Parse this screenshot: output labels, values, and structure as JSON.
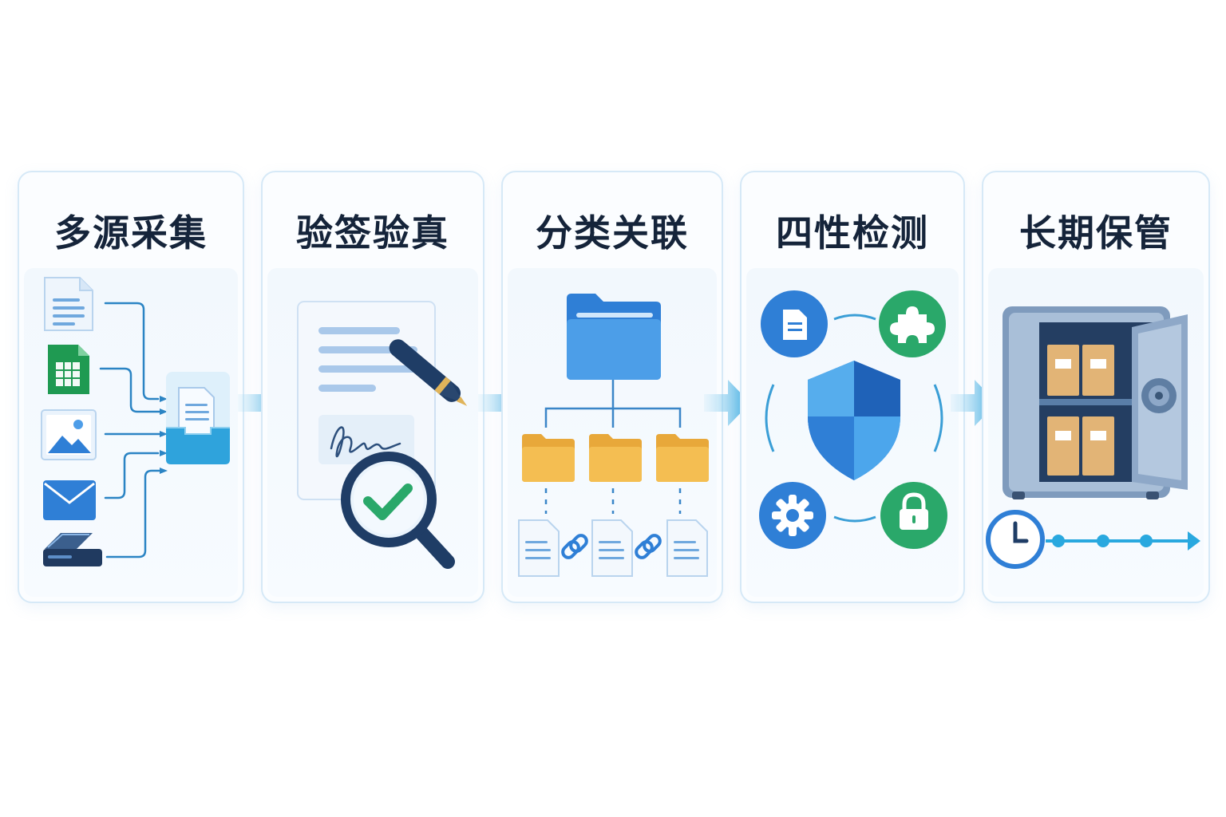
{
  "steps": [
    {
      "id": "collect",
      "title": "多源采集"
    },
    {
      "id": "verify",
      "title": "验签验真"
    },
    {
      "id": "classify",
      "title": "分类关联"
    },
    {
      "id": "check",
      "title": "四性检测"
    },
    {
      "id": "preserve",
      "title": "长期保管"
    }
  ],
  "colors": {
    "primary": "#2f7fd6",
    "accent": "#29a8df",
    "green": "#2aa86a",
    "folder": "#f4be52",
    "dark": "#1f3d66",
    "title": "#15243a"
  },
  "icons": {
    "collect": [
      "document-icon",
      "spreadsheet-icon",
      "image-icon",
      "mail-icon",
      "scanner-icon",
      "inbox-tray-icon"
    ],
    "verify": [
      "signed-document-icon",
      "pen-icon",
      "magnifier-check-icon"
    ],
    "classify": [
      "root-folder-icon",
      "sub-folder-icon",
      "linked-document-icon",
      "link-icon"
    ],
    "check": [
      "shield-icon",
      "document-circle-icon",
      "puzzle-circle-icon",
      "gear-circle-icon",
      "lock-circle-icon"
    ],
    "preserve": [
      "safe-vault-icon",
      "archive-box-icon",
      "clock-icon",
      "timeline-icon"
    ]
  }
}
